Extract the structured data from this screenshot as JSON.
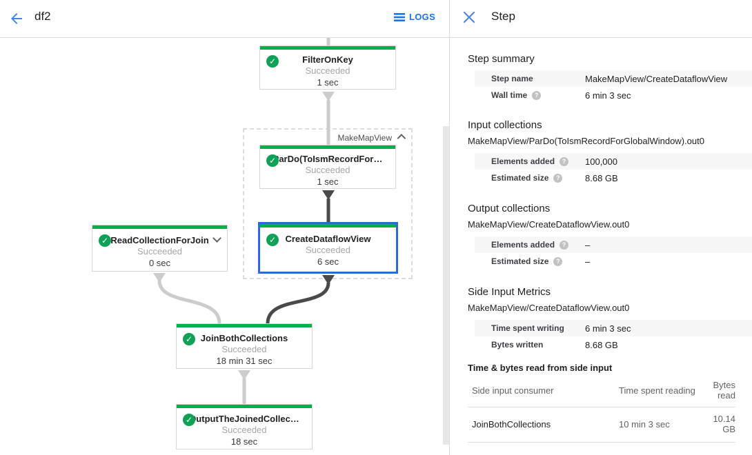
{
  "header": {
    "title": "df2",
    "logs_label": "LOGS"
  },
  "icons": {
    "back": "arrow-back",
    "logs": "list",
    "close": "close-x",
    "check_glyph": "✓",
    "help_glyph": "?",
    "group_collapse": "chevron-up",
    "node_expand": "chevron-down"
  },
  "colors": {
    "green": "#00b04a",
    "selected_blue": "#2b6bd8",
    "link_blue": "#1a73e8"
  },
  "graph": {
    "group_label": "MakeMapView",
    "nodes": [
      {
        "title": "FilterOnKey",
        "status": "Succeeded",
        "time": "1 sec"
      },
      {
        "title": "ParDo(ToIsmRecordFor…",
        "status": "Succeeded",
        "time": "1 sec"
      },
      {
        "title": "CreateDataflowView",
        "status": "Succeeded",
        "time": "6 sec",
        "selected": true
      },
      {
        "title": "ReadCollectionForJoin",
        "status": "Succeeded",
        "time": "0 sec"
      },
      {
        "title": "JoinBothCollections",
        "status": "Succeeded",
        "time": "18 min 31 sec"
      },
      {
        "title": "OutputTheJoinedCollec…",
        "status": "Succeeded",
        "time": "18 sec"
      }
    ]
  },
  "panel": {
    "title": "Step",
    "summary": {
      "heading": "Step summary",
      "rows": [
        {
          "label": "Step name",
          "value": "MakeMapView/CreateDataflowView"
        },
        {
          "label": "Wall time",
          "value": "6 min 3 sec"
        }
      ]
    },
    "input": {
      "heading": "Input collections",
      "subtitle": "MakeMapView/ParDo(ToIsmRecordForGlobalWindow).out0",
      "rows": [
        {
          "label": "Elements added",
          "value": "100,000"
        },
        {
          "label": "Estimated size",
          "value": "8.68 GB"
        }
      ]
    },
    "output": {
      "heading": "Output collections",
      "subtitle": "MakeMapView/CreateDataflowView.out0",
      "rows": [
        {
          "label": "Elements added",
          "value": "–"
        },
        {
          "label": "Estimated size",
          "value": "–"
        }
      ]
    },
    "side_input": {
      "heading": "Side Input Metrics",
      "subtitle": "MakeMapView/CreateDataflowView.out0",
      "rows": [
        {
          "label": "Time spent writing",
          "value": "6 min 3 sec"
        },
        {
          "label": "Bytes written",
          "value": "8.68 GB"
        }
      ]
    },
    "side_input_table": {
      "heading": "Time & bytes read from side input",
      "columns": [
        "Side input consumer",
        "Time spent reading",
        "Bytes read"
      ],
      "rows": [
        [
          "JoinBothCollections",
          "10 min 3 sec",
          "10.14 GB"
        ]
      ]
    }
  }
}
